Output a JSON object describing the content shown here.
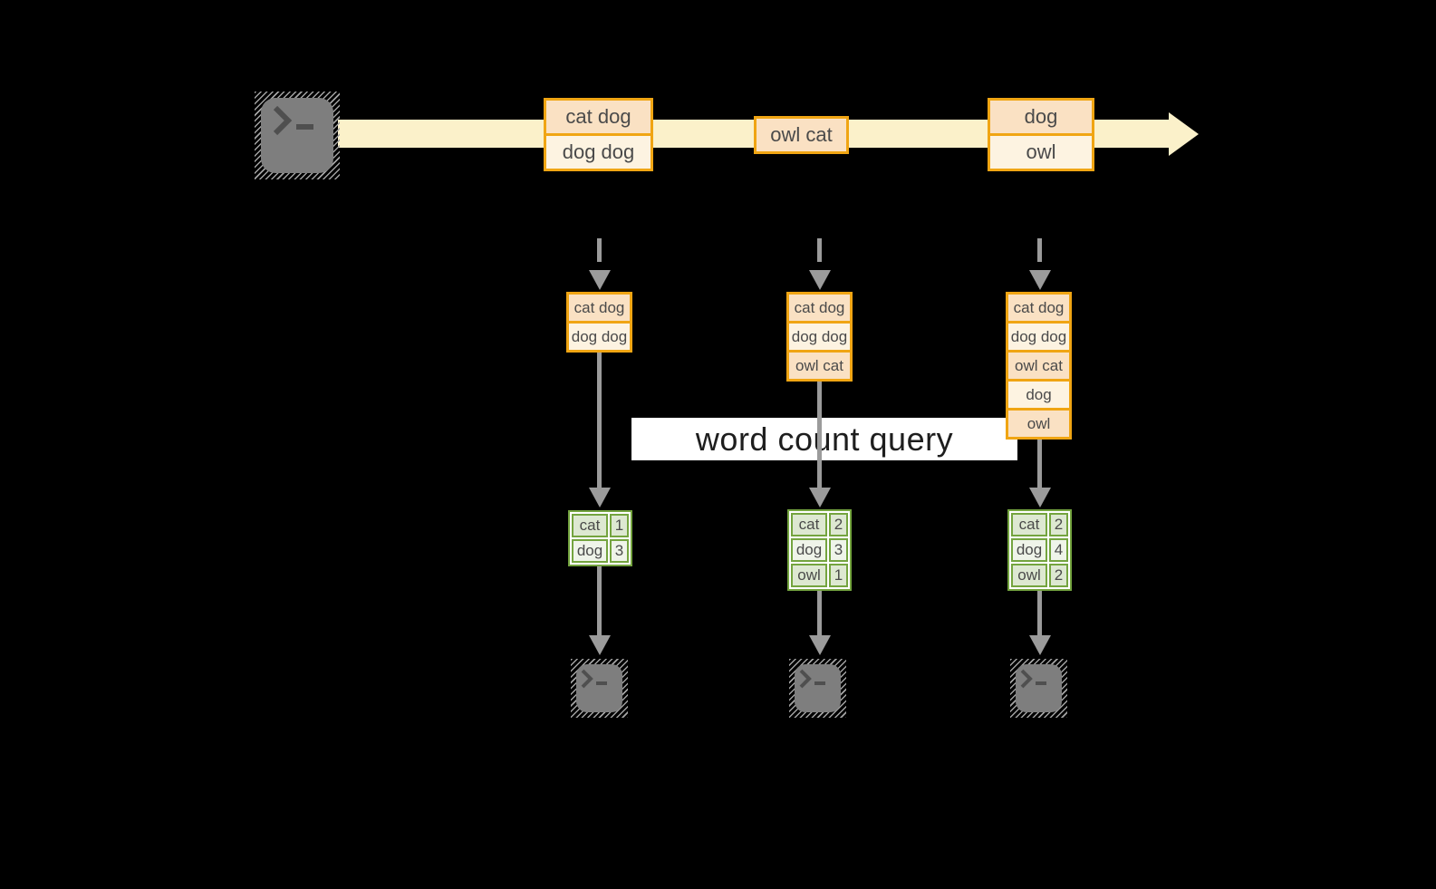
{
  "diagram": {
    "query_label": "word count query",
    "stream": {
      "source_icon": "terminal-icon",
      "events": [
        {
          "records": [
            "cat dog",
            "dog dog"
          ]
        },
        {
          "records": [
            "owl cat"
          ]
        },
        {
          "records": [
            "dog",
            "owl"
          ]
        }
      ]
    },
    "columns": [
      {
        "accumulated_records": [
          "cat dog",
          "dog dog"
        ],
        "word_counts": [
          {
            "word": "cat",
            "count": "1"
          },
          {
            "word": "dog",
            "count": "3"
          }
        ],
        "sink_icon": "terminal-icon"
      },
      {
        "accumulated_records": [
          "cat dog",
          "dog dog",
          "owl cat"
        ],
        "word_counts": [
          {
            "word": "cat",
            "count": "2"
          },
          {
            "word": "dog",
            "count": "3"
          },
          {
            "word": "owl",
            "count": "1"
          }
        ],
        "sink_icon": "terminal-icon"
      },
      {
        "accumulated_records": [
          "cat dog",
          "dog dog",
          "owl cat",
          "dog",
          "owl"
        ],
        "word_counts": [
          {
            "word": "cat",
            "count": "2"
          },
          {
            "word": "dog",
            "count": "4"
          },
          {
            "word": "owl",
            "count": "2"
          }
        ],
        "sink_icon": "terminal-icon"
      }
    ],
    "colors": {
      "background": "#000000",
      "stream_band": "#fbf1ca",
      "record_border": "#f0a513",
      "record_fill_dark": "#fae1c3",
      "record_fill_light": "#fdf3e1",
      "table_border": "#74a43f",
      "table_row_dark": "#dde8d1",
      "table_row_light": "#eff4e9",
      "arrow_gray": "#9b9b9b",
      "terminal_fill": "#7e7e7e",
      "label_background": "#ffffff",
      "text": "#4a4a4a"
    }
  }
}
